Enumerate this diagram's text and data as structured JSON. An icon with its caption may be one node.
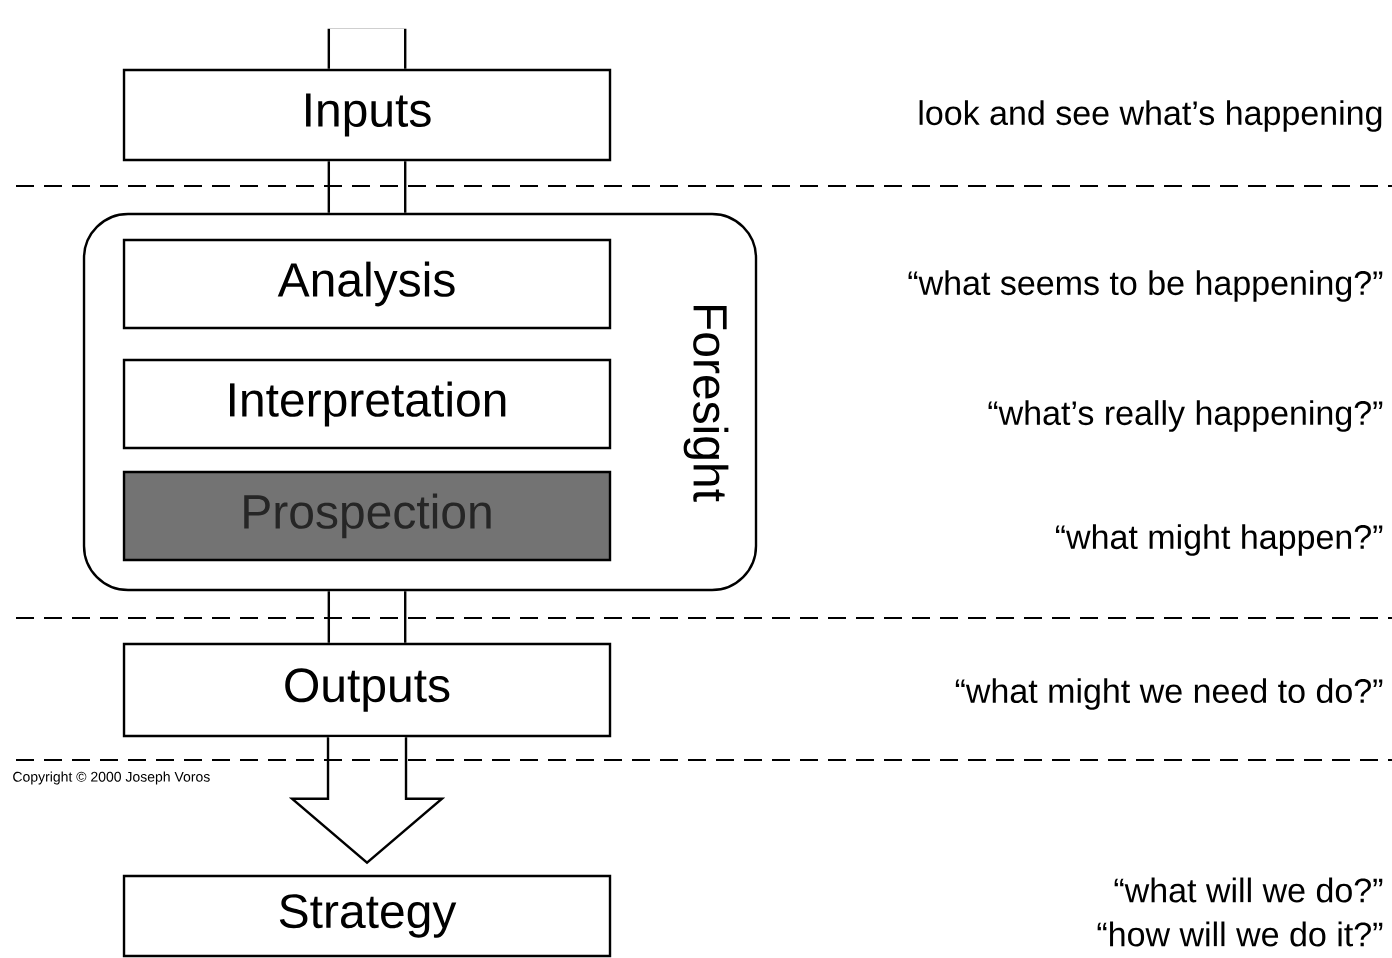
{
  "diagram": {
    "nodes": [
      {
        "text": [
          "Inputs"
        ]
      },
      {
        "text": [
          "Foresight"
        ]
      },
      {
        "text": [
          "Analysis"
        ],
        "in": 1
      },
      {
        "text": [
          "Interpretation"
        ],
        "in": 1
      },
      {
        "text": [
          "Prospection"
        ],
        "in": 1
      },
      {
        "text": [
          "Outputs"
        ]
      },
      {
        "text": [
          "Strategy"
        ]
      }
    ],
    "edges": [
      {
        "from": null,
        "to": 0,
        "arrow": "none"
      },
      {
        "from": 0,
        "to": 1,
        "arrow": "none"
      },
      {
        "from": 1,
        "to": 5,
        "arrow": "none"
      },
      {
        "from": 5,
        "to": 6,
        "arrow": "to"
      }
    ],
    "labels": [
      "look and see what’s happening",
      "“what seems to be happening?”",
      "“what’s really happening?”",
      "“what might happen?”",
      "“what might we need to do?”",
      "Copyright © 2000 Joseph Voros",
      "“what will we do?”",
      "“how will we do it?”"
    ]
  }
}
